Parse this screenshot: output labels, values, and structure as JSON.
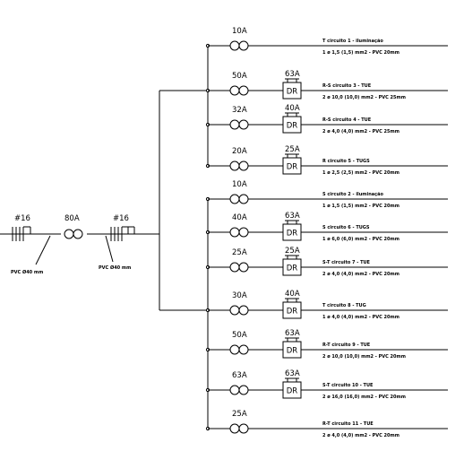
{
  "feeder": {
    "main_breaker": "80A",
    "left_cable_label": "#16",
    "right_cable_label": "#16",
    "left_conduit": "PVC Ø40 mm",
    "right_conduit": "PVC Ø40 mm"
  },
  "circuits": [
    {
      "breaker": "10A",
      "dr": "",
      "line1": "T circuito 1 - iluminação",
      "line2": "1 ø 1,5 (1,5) mm2 - PVC 20mm"
    },
    {
      "breaker": "50A",
      "dr": "63A",
      "line1": "R-S circuito 3 - TUE",
      "line2": "2 ø 10,0 (10,0) mm2 - PVC 25mm"
    },
    {
      "breaker": "32A",
      "dr": "40A",
      "line1": "R-S circuito 4 - TUE",
      "line2": "2 ø 4,0 (4,0) mm2 - PVC 25mm"
    },
    {
      "breaker": "20A",
      "dr": "25A",
      "line1": "R circuito 5 - TUGS",
      "line2": "1 ø 2,5 (2,5) mm2 - PVC 20mm"
    },
    {
      "breaker": "10A",
      "dr": "",
      "line1": "S circuito 2 - iluminação",
      "line2": "1 ø 1,5 (1,5) mm2 - PVC 20mm"
    },
    {
      "breaker": "40A",
      "dr": "63A",
      "line1": "S circuito 6 - TUGS",
      "line2": "1 ø 6,0 (6,0) mm2 - PVC 20mm"
    },
    {
      "breaker": "25A",
      "dr": "25A",
      "line1": "S-T circuito 7 - TUE",
      "line2": "2 ø 4,0 (4,0) mm2 - PVC 20mm"
    },
    {
      "breaker": "30A",
      "dr": "40A",
      "line1": "T circuito 8 - TUG",
      "line2": "1 ø 4,0 (4,0) mm2 - PVC 20mm"
    },
    {
      "breaker": "50A",
      "dr": "63A",
      "line1": "R-T circuito 9 - TUE",
      "line2": "2 ø 10,0 (10,0) mm2 - PVC 20mm"
    },
    {
      "breaker": "63A",
      "dr": "63A",
      "line1": "S-T circuito 10 - TUE",
      "line2": "2 ø 16,0 (16,0) mm2 - PVC 20mm"
    },
    {
      "breaker": "25A",
      "dr": "",
      "line1": "R-T circuito 11 - TUE",
      "line2": "2 ø 4,0 (4,0) mm2 - PVC 20mm"
    }
  ],
  "dr_label": "DR"
}
